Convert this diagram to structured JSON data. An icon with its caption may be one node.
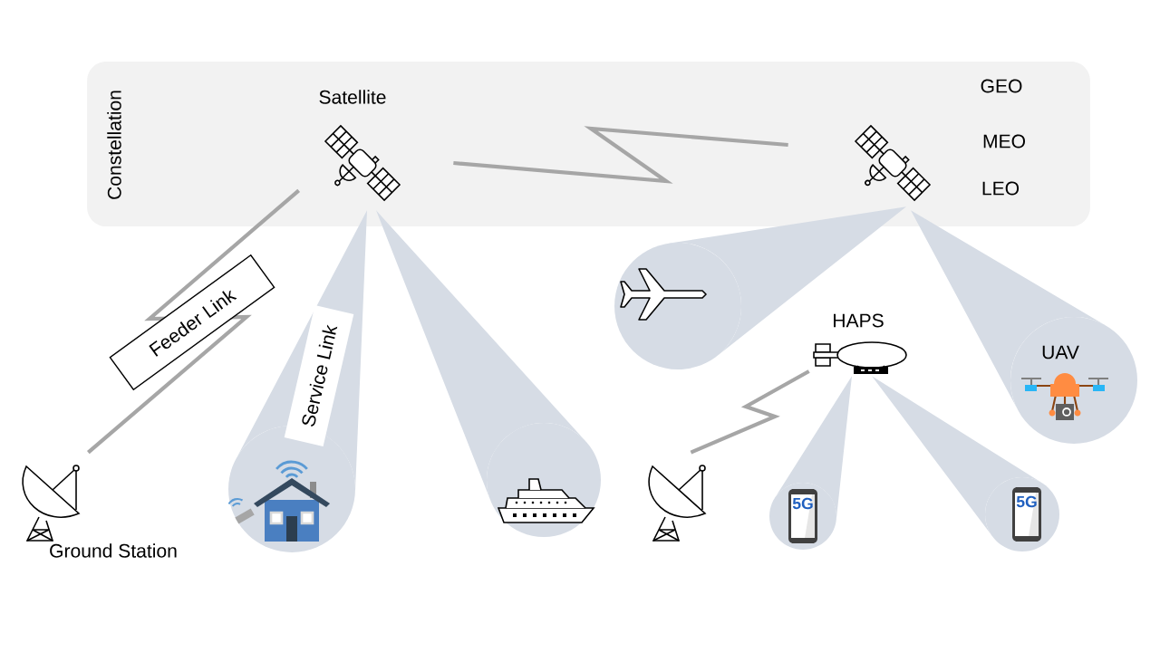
{
  "diagram": {
    "nodes": [
      {
        "text": [
          "Constellation"
        ]
      },
      {
        "text": [],
        "shape": "picture",
        "in": 0,
        "beside": [
          "Satellite"
        ]
      },
      {
        "text": [],
        "shape": "picture",
        "in": 0
      },
      {
        "text": [],
        "shape": "picture",
        "beside": [
          "Ground Station"
        ]
      },
      {
        "text": [],
        "shape": "picture"
      },
      {
        "text": [],
        "shape": "picture"
      },
      {
        "text": [],
        "shape": "picture"
      },
      {
        "text": [],
        "shape": "picture",
        "beside": [
          "HAPS"
        ]
      },
      {
        "text": [
          "UAV"
        ]
      },
      {
        "text": [],
        "shape": "picture"
      },
      {
        "text": [
          "5G"
        ]
      },
      {
        "text": [
          "5G"
        ]
      }
    ],
    "edges": [
      {
        "from": 3,
        "to": 1,
        "arrow": "none",
        "label": "Feeder Link"
      },
      {
        "from": 1,
        "to": 2,
        "arrow": "none"
      },
      {
        "from": 7,
        "to": 9,
        "arrow": "none"
      },
      {
        "from": 1,
        "to": 4,
        "arrow": "none",
        "label": "Service Link"
      },
      {
        "from": 1,
        "to": 5,
        "arrow": "none"
      },
      {
        "from": 2,
        "to": 6,
        "arrow": "none"
      },
      {
        "from": 2,
        "to": 8,
        "arrow": "none"
      },
      {
        "from": 7,
        "to": 10,
        "arrow": "none"
      },
      {
        "from": 7,
        "to": 11,
        "arrow": "none"
      }
    ],
    "labels": [
      "GEO",
      "MEO",
      "LEO"
    ]
  }
}
